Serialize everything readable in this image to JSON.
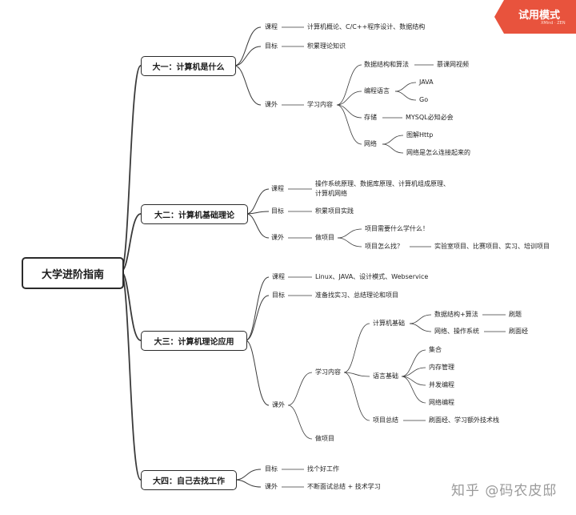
{
  "root": "大学进阶指南",
  "branches": {
    "b1": {
      "title": "大一：计算机是什么",
      "course": "课程",
      "course_detail": "计算机概论、C/C++程序设计、数据结构",
      "goal": "目标",
      "goal_detail": "积累理论知识",
      "extra": "课外",
      "learn": "学习内容",
      "ds": "数据结构和算法",
      "ds_detail": "慕课网视频",
      "lang": "编程语言",
      "java": "JAVA",
      "go": "Go",
      "storage": "存储",
      "mysql": "MYSQL必知必会",
      "net": "网络",
      "http": "图解Http",
      "howconnect": "网络是怎么连接起来的"
    },
    "b2": {
      "title": "大二：计算机基础理论",
      "course": "课程",
      "course_detail_1": "操作系统原理、数据库原理、计算机组成原理、",
      "course_detail_2": "计算机网络",
      "goal": "目标",
      "goal_detail": "积累项目实践",
      "extra": "课外",
      "projects": "做项目",
      "q1": "项目需要什么学什么！",
      "q2": "项目怎么找？",
      "q2_detail": "实验室项目、比赛项目、实习、培训项目"
    },
    "b3": {
      "title": "大三：计算机理论应用",
      "course": "课程",
      "course_detail": "Linux、JAVA、设计模式、Webservice",
      "goal": "目标",
      "goal_detail": "准备找实习、总结理论和项目",
      "extra": "课外",
      "learn": "学习内容",
      "cs_basics": "计算机基础",
      "ds_algo": "数据结构+算法",
      "shuati": "刷题",
      "net_os": "网络、操作系统",
      "shuamianjing": "刷面经",
      "lang_basics": "语言基础",
      "collections": "集合",
      "memory": "内存管理",
      "concurrency": "并发编程",
      "netprog": "网络编程",
      "proj_summary": "项目总结",
      "proj_summary_detail": "刷面经、学习额外技术栈",
      "projects": "做项目"
    },
    "b4": {
      "title": "大四：自己去找工作",
      "goal": "目标",
      "goal_detail": "找个好工作",
      "extra": "课外",
      "extra_detail": "不断面试总结 + 技术学习"
    }
  },
  "ribbon": {
    "title": "试用模式",
    "sub": "XMind · ZEN",
    "color": "#e8533d"
  },
  "watermark": "知乎 @码农皮邸",
  "line_color": "#3a3a3a"
}
